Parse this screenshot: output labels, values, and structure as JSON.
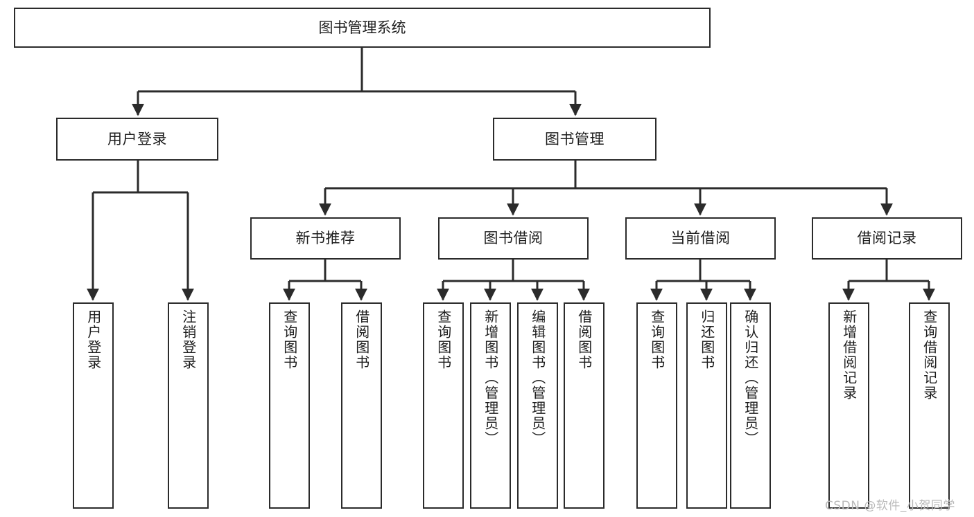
{
  "diagram": {
    "type": "hierarchy-tree",
    "title": "图书管理系统",
    "watermark": "CSDN @软件_小贺同学",
    "colors": {
      "stroke": "#2b2b2b",
      "fill": "#ffffff",
      "text": "#1d1d1d",
      "watermark": "#b9b9b9"
    },
    "nodes": {
      "root": {
        "label": "图书管理系统"
      },
      "level2": [
        {
          "id": "user-login",
          "label": "用户登录"
        },
        {
          "id": "book-manage",
          "label": "图书管理"
        }
      ],
      "level3": [
        {
          "id": "new-book-recommend",
          "label": "新书推荐"
        },
        {
          "id": "book-borrow",
          "label": "图书借阅"
        },
        {
          "id": "current-borrow",
          "label": "当前借阅"
        },
        {
          "id": "borrow-record",
          "label": "借阅记录"
        }
      ],
      "leaves": [
        {
          "id": "leaf-user-login",
          "label": "用户登录",
          "parent": "user-login"
        },
        {
          "id": "leaf-logout-login",
          "label": "注销登录",
          "parent": "user-login"
        },
        {
          "id": "leaf-query-book-1",
          "label": "查询图书",
          "parent": "new-book-recommend"
        },
        {
          "id": "leaf-borrow-book-1",
          "label": "借阅图书",
          "parent": "new-book-recommend"
        },
        {
          "id": "leaf-query-book-2",
          "label": "查询图书",
          "parent": "book-borrow"
        },
        {
          "id": "leaf-add-book",
          "label": "新增图书（管理员）",
          "parent": "book-borrow"
        },
        {
          "id": "leaf-edit-book",
          "label": "编辑图书（管理员）",
          "parent": "book-borrow"
        },
        {
          "id": "leaf-borrow-book-2",
          "label": "借阅图书",
          "parent": "book-borrow"
        },
        {
          "id": "leaf-query-book-3",
          "label": "查询图书",
          "parent": "current-borrow"
        },
        {
          "id": "leaf-return-book",
          "label": "归还图书",
          "parent": "current-borrow"
        },
        {
          "id": "leaf-confirm-return",
          "label": "确认归还（管理员）",
          "parent": "current-borrow"
        },
        {
          "id": "leaf-add-record",
          "label": "新增借阅记录",
          "parent": "borrow-record"
        },
        {
          "id": "leaf-query-record",
          "label": "查询借阅记录",
          "parent": "borrow-record"
        }
      ]
    }
  }
}
